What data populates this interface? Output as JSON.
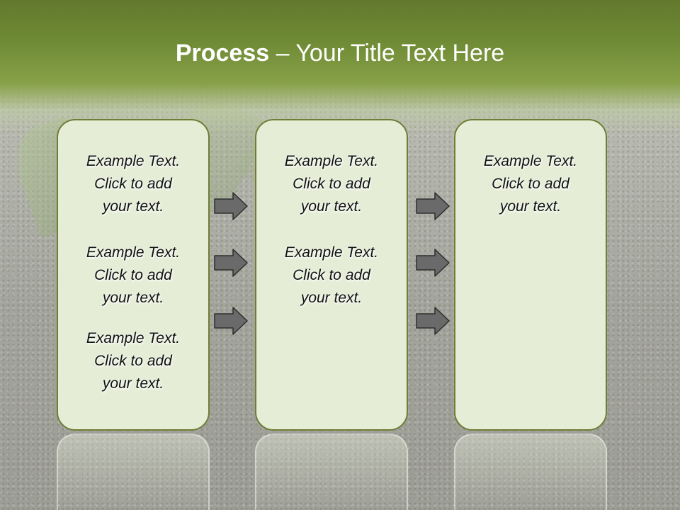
{
  "title": {
    "bold": "Process",
    "rest": " – Your Title Text Here"
  },
  "columns": [
    {
      "items": [
        {
          "line1": "Example Text.",
          "line2": "Click  to add",
          "line3": "your text."
        },
        {
          "line1": "Example Text.",
          "line2": "Click  to add",
          "line3": "your text."
        },
        {
          "line1": "Example Text.",
          "line2": "Click  to add",
          "line3": "your text."
        }
      ]
    },
    {
      "items": [
        {
          "line1": "Example Text.",
          "line2": "Click  to add",
          "line3": "your text."
        },
        {
          "line1": "Example Text.",
          "line2": "Click  to add",
          "line3": "your text."
        }
      ]
    },
    {
      "items": [
        {
          "line1": "Example Text.",
          "line2": "Click  to add",
          "line3": "your text."
        }
      ]
    }
  ],
  "colors": {
    "title_band": "#6e8a34",
    "box_fill": "#e5edd7",
    "box_border": "#6f7d35",
    "arrow_fill": "#6a6a6a"
  }
}
